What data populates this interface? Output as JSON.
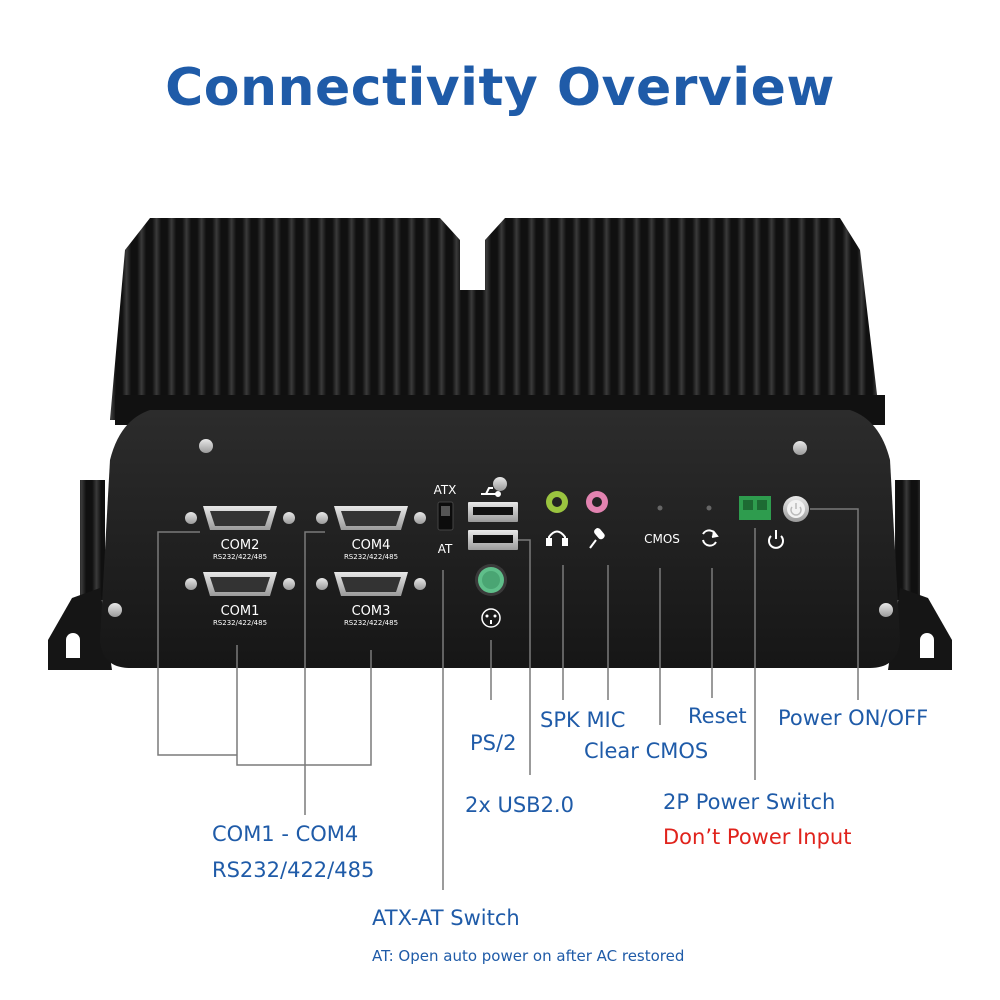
{
  "title": "Connectivity Overview",
  "panel": {
    "atx_label": "ATX",
    "at_label": "AT",
    "cmos_label": "CMOS",
    "com_ports": [
      {
        "name": "COM2",
        "spec": "RS232/422/485"
      },
      {
        "name": "COM4",
        "spec": "RS232/422/485"
      },
      {
        "name": "COM1",
        "spec": "RS232/422/485"
      },
      {
        "name": "COM3",
        "spec": "RS232/422/485"
      }
    ]
  },
  "callouts": {
    "com_range": "COM1 - COM4",
    "com_spec": "RS232/422/485",
    "ps2": "PS/2",
    "usb": "2x USB2.0",
    "spk_mic": "SPK MIC",
    "clear_cmos": "Clear CMOS",
    "reset": "Reset",
    "power_on_off": "Power ON/OFF",
    "power_switch": "2P Power Switch",
    "power_warning": "Don’t Power Input",
    "atx_at_switch": "ATX-AT Switch",
    "at_note": "AT: Open auto power on after AC restored"
  },
  "colors": {
    "title": "#1f5ba8",
    "label": "#1f5ba8",
    "warning": "#e0231c",
    "leader_line": "#7a7a7a",
    "chassis": "#1e1e1e"
  }
}
